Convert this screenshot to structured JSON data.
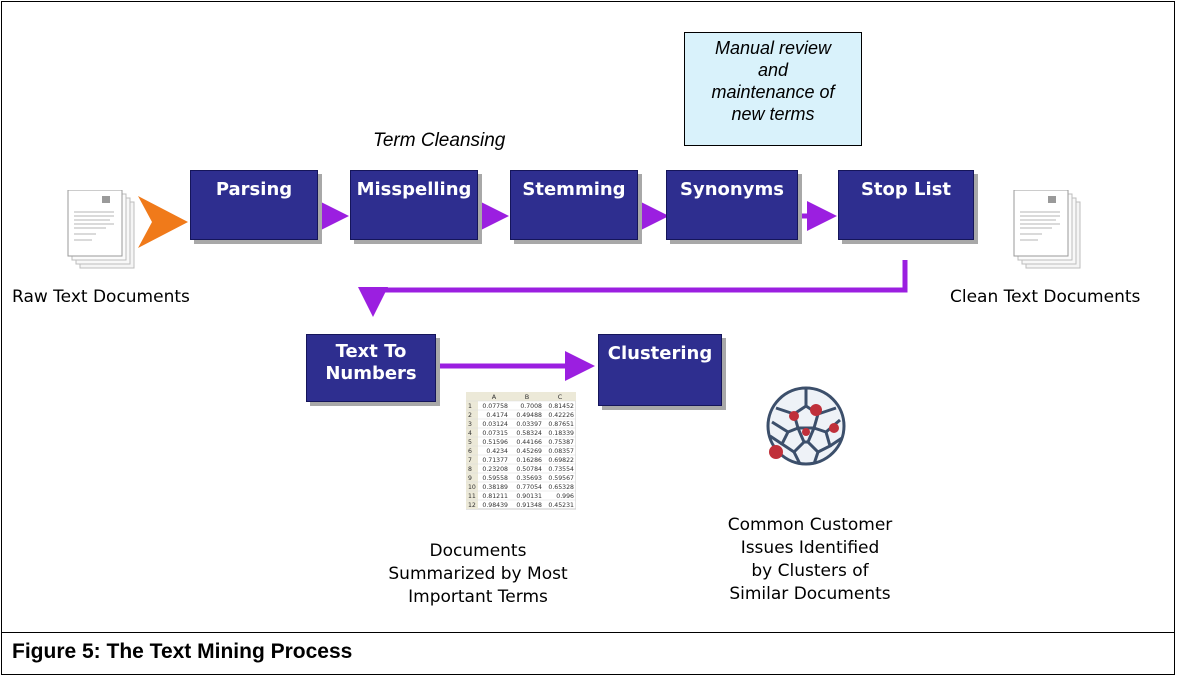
{
  "caption": "Figure 5: The Text Mining Process",
  "term_cleansing_label": "Term Cleansing",
  "manual_review": [
    "Manual review",
    "and",
    "maintenance of",
    "new terms"
  ],
  "steps": {
    "parsing": "Parsing",
    "misspelling": "Misspelling",
    "stemming": "Stemming",
    "synonyms": "Synonyms",
    "stop_list": "Stop List",
    "text_to_numbers": [
      "Text To",
      "Numbers"
    ],
    "clustering": "Clustering"
  },
  "raw_docs_label": "Raw Text Documents",
  "clean_docs_label": "Clean Text Documents",
  "summary_label": [
    "Documents",
    "Summarized by Most",
    "Important Terms"
  ],
  "clusters_label": [
    "Common Customer",
    "Issues Identified",
    "by Clusters of",
    "Similar Documents"
  ],
  "spreadsheet": {
    "columns": [
      "A",
      "B",
      "C"
    ],
    "rows": [
      [
        "1",
        "0.07758",
        "0.7008",
        "0.81452"
      ],
      [
        "2",
        "0.4174",
        "0.49488",
        "0.42226"
      ],
      [
        "3",
        "0.03124",
        "0.03397",
        "0.87651"
      ],
      [
        "4",
        "0.07315",
        "0.58324",
        "0.18339"
      ],
      [
        "5",
        "0.51596",
        "0.44166",
        "0.75387"
      ],
      [
        "6",
        "0.4234",
        "0.45269",
        "0.08357"
      ],
      [
        "7",
        "0.71377",
        "0.16286",
        "0.69822"
      ],
      [
        "8",
        "0.23208",
        "0.50784",
        "0.73554"
      ],
      [
        "9",
        "0.59558",
        "0.35693",
        "0.59567"
      ],
      [
        "10",
        "0.38189",
        "0.77054",
        "0.65328"
      ],
      [
        "11",
        "0.81211",
        "0.90131",
        "0.996"
      ],
      [
        "12",
        "0.98439",
        "0.91348",
        "0.45231"
      ]
    ]
  },
  "colors": {
    "box_fill": "#2e2e8f",
    "connector": "#9b1fe0",
    "entry_arrow": "#f07a1a",
    "callout_fill": "#d9f2fb"
  }
}
